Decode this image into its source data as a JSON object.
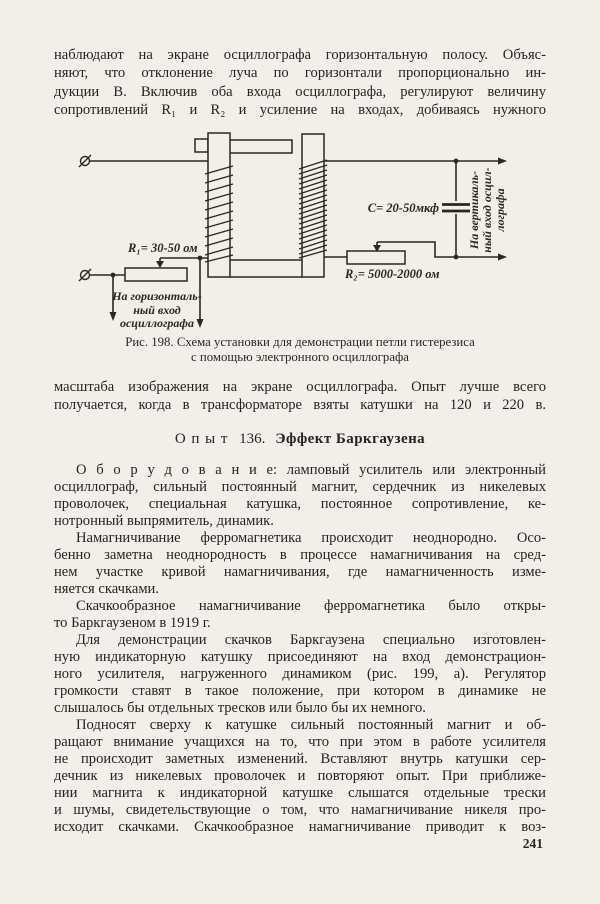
{
  "page": {
    "page_number": "241"
  },
  "top_paragraph": {
    "lines": [
      "наблюдают на экране осциллографа горизонтальную полосу. Объяс-",
      "няют, что отклонение луча по горизонтали пропорционально ин-",
      "дукции В. Включив оба входа осциллографа, регулируют величину",
      "сопротивлений R₁ и R₂ и усиление на входах, добиваясь нужного"
    ]
  },
  "figure": {
    "caption_line1": "Рис. 198.  Схема  установки для  демонстрации петли гистерезиса",
    "caption_line2": "с помощью электронного осциллографа",
    "labels": {
      "r1": "R₁= 30-50 ом",
      "r2": "R₂= 5000-2000 ом",
      "c": "C= 20-50мкф",
      "horizontal_input": [
        "На горизонталь-",
        "ный вход",
        "осциллографа"
      ],
      "vertical_input": [
        "На вертикаль-",
        "ный вход осцил-",
        "лографа"
      ]
    }
  },
  "after_figure_paragraph": {
    "lines": [
      "масштаба изображения на экране осциллографа. Опыт лучше всего",
      "получается, когда в трансформаторе взяты катушки на 120 и 220 в."
    ]
  },
  "heading": {
    "word": "Опыт",
    "number": "136.",
    "title": "Эффект Баркгаузена"
  },
  "paragraphs": [
    {
      "indent": true,
      "open_end": false,
      "lines": [
        "О б о р у д о в а н и е:  ламповый усилитель или электронный",
        "осциллограф, сильный постоянный магнит, сердечник из никелевых",
        "проволочек, специальная катушка, постоянное сопротивление, ке-",
        "нотронный выпрямитель, динамик."
      ]
    },
    {
      "indent": true,
      "open_end": false,
      "lines": [
        "Намагничивание ферромагнетика происходит неоднородно. Осо-",
        "бенно заметна неоднородность в процессе намагничивания на сред-",
        "нем участке  кривой  намагничивания,  где намагниченность  изме-",
        "няется скачками."
      ]
    },
    {
      "indent": true,
      "open_end": false,
      "lines": [
        "Скачкообразное намагничивание ферромагнетика было откры-",
        "то Баркгаузеном в 1919 г."
      ]
    },
    {
      "indent": true,
      "open_end": false,
      "lines": [
        "Для демонстрации скачков Баркгаузена специально изготовлен-",
        "ную индикаторную катушку присоединяют на вход демонстрацион-",
        "ного усилителя, нагруженного динамиком (рис. 199, а). Регулятор",
        "громкости ставят в такое положение, при котором в динамике не",
        "слышалось бы отдельных тресков или было бы их немного."
      ]
    },
    {
      "indent": true,
      "open_end": true,
      "lines": [
        "Подносят сверху к катушке сильный постоянный магнит и об-",
        "ращают внимание учащихся на то, что при этом в работе усилителя",
        "не происходит заметных изменений. Вставляют внутрь катушки сер-",
        "дечник из никелевых проволочек и повторяют опыт. При приближе-",
        "нии магнита к индикаторной катушке слышатся отдельные трески",
        "и шумы, свидетельствующие о том, что намагничивание никеля про-",
        "исходит скачками. Скачкообразное намагничивание приводит к воз-"
      ]
    }
  ]
}
